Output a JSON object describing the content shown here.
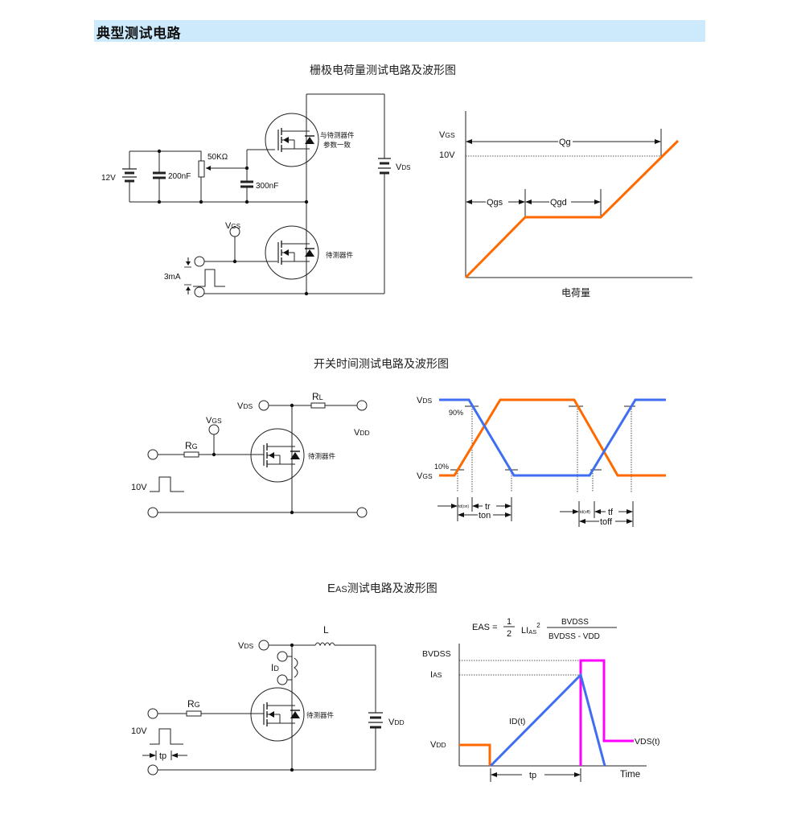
{
  "section": {
    "title": "典型测试电路"
  },
  "figures": {
    "gate_charge": {
      "title": "栅极电荷量测试电路及波形图",
      "circuit": {
        "battery_label": "12V",
        "cap1_label": "200nF",
        "pot_label": "50KΩ",
        "cap2_label": "300nF",
        "ref_device_label_line1": "与待测器件",
        "ref_device_label_line2": "参数一致",
        "vds_main": "V",
        "vds_sub": "DS",
        "vgs_main": "V",
        "vgs_sub": "GS",
        "current_label": "3mA",
        "dut_label": "待测器件"
      },
      "waveform": {
        "y_label_main": "V",
        "y_label_sub": "GS",
        "level_label": "10V",
        "qg": "Qg",
        "qgs": "Qgs",
        "qgd": "Qgd",
        "x_label": "电荷量",
        "trace_color": "#ff6a00"
      }
    },
    "switching": {
      "title": "开关时间测试电路及波形图",
      "circuit": {
        "vds_main": "V",
        "vds_sub": "DS",
        "rl_main": "R",
        "rl_sub": "L",
        "vgs_main": "V",
        "vgs_sub": "GS",
        "vdd_main": "V",
        "vdd_sub": "DD",
        "rg_main": "R",
        "rg_sub": "G",
        "pulse_label": "10V",
        "dut_label": "待测器件"
      },
      "waveform": {
        "vds_main": "V",
        "vds_sub": "DS",
        "vgs_main": "V",
        "vgs_sub": "GS",
        "pct90": "90%",
        "pct10": "10%",
        "td_on": "td(on)",
        "tr": "tr",
        "ton": "ton",
        "td_off": "td(off)",
        "tf": "tf",
        "toff": "toff",
        "vds_color": "#3f6ff0",
        "vgs_color": "#ff6a00"
      }
    },
    "eas": {
      "title_main": "E",
      "title_sub": "AS",
      "title_rest": "测试电路及波形图",
      "circuit": {
        "vds_main": "V",
        "vds_sub": "DS",
        "l_label": "L",
        "id_main": "I",
        "id_sub": "D",
        "rg_main": "R",
        "rg_sub": "G",
        "pulse_label": "10V",
        "tp_label": "tp",
        "dut_label": "待测器件",
        "vdd_main": "V",
        "vdd_sub": "DD"
      },
      "waveform": {
        "formula_lhs": "EAS =",
        "formula_num": "1",
        "formula_den": "2",
        "formula_mid": "LI",
        "formula_mid_sub": "AS",
        "formula_sup": "2",
        "formula_frac_num": "BVDSS",
        "formula_frac_den": "BVDSS - VDD",
        "bvdss_label": "BVDSS",
        "ias_main": "I",
        "ias_sub": "AS",
        "vdd_main": "V",
        "vdd_sub": "DD",
        "idt_label": "ID(t)",
        "vdst_label": "VDS(t)",
        "tp_label": "tp",
        "x_label": "Time",
        "vdd_color": "#ff6a00",
        "id_color": "#3f6ff0",
        "vds_color": "#ff00ff"
      }
    }
  }
}
